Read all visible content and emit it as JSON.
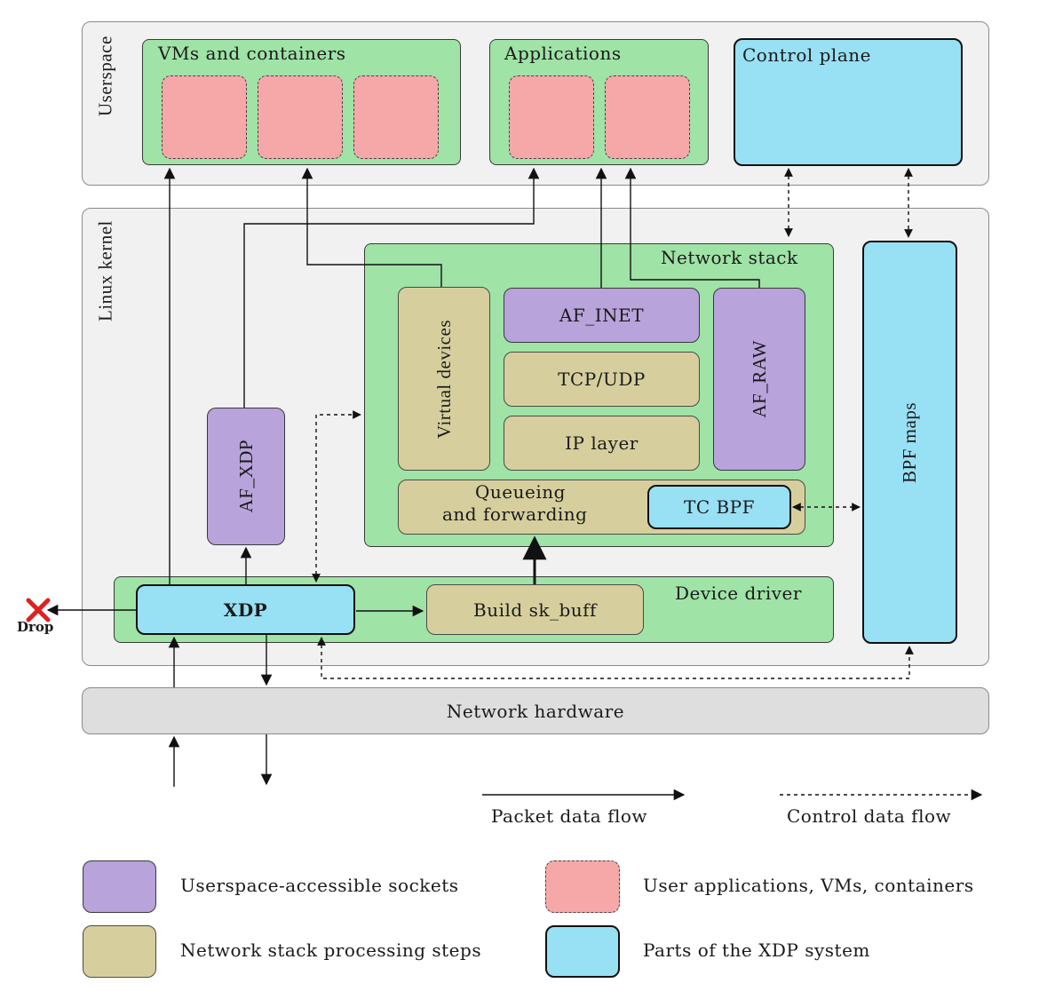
{
  "regions": {
    "userspace": "Userspace",
    "linux_kernel": "Linux kernel",
    "network_hardware": "Network hardware"
  },
  "userspace": {
    "vms_containers": "VMs and containers",
    "applications": "Applications",
    "control_plane": "Control plane"
  },
  "kernel": {
    "network_stack": "Network stack",
    "virtual_devices": "Virtual devices",
    "af_inet": "AF_INET",
    "tcp_udp": "TCP/UDP",
    "ip_layer": "IP layer",
    "af_raw": "AF_RAW",
    "queueing_line1": "Queueing",
    "queueing_line2": "and forwarding",
    "tc_bpf": "TC BPF",
    "af_xdp": "AF_XDP",
    "device_driver": "Device driver",
    "xdp": "XDP",
    "build_sk_buff": "Build sk_buff",
    "bpf_maps": "BPF maps",
    "drop": "Drop"
  },
  "flow_legend": {
    "packet": "Packet data flow",
    "control": "Control data flow"
  },
  "legend": [
    {
      "key": "sockets",
      "label": "Userspace-accessible sockets",
      "color": "#b8a3da"
    },
    {
      "key": "apps",
      "label": "User applications, VMs, containers",
      "color": "#f6a8a8"
    },
    {
      "key": "steps",
      "label": "Network stack processing steps",
      "color": "#d6cf9d"
    },
    {
      "key": "xdp",
      "label": "Parts of the XDP system",
      "color": "#98e0f4"
    }
  ],
  "colors": {
    "drop_mark": "#e02020",
    "region_bg": "#f1f1f1",
    "container_bg": "#9fe3a6"
  }
}
